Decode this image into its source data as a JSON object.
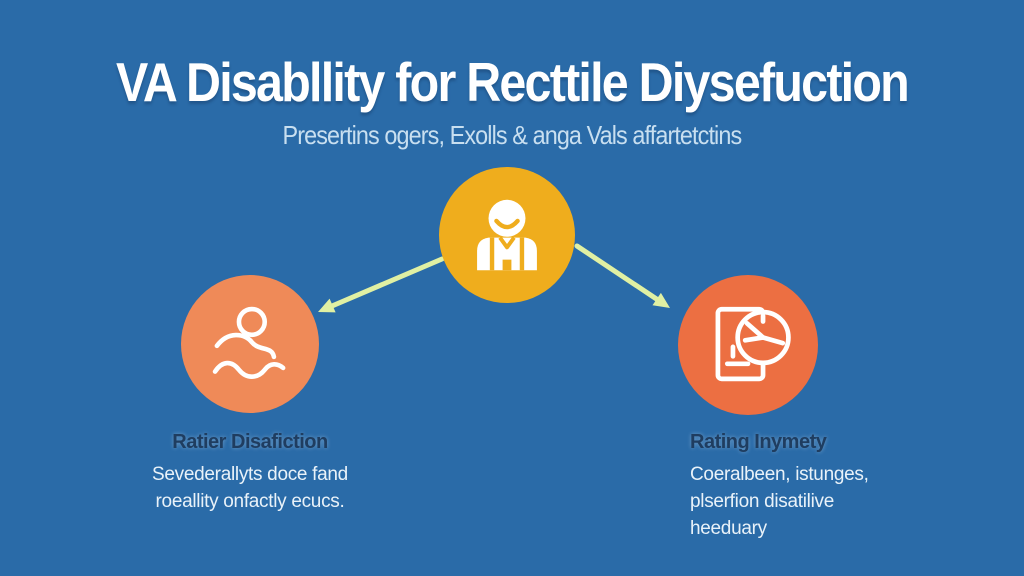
{
  "title": "VA Disabllity for Recttile Diysefuction",
  "subtitle": "Presertins ogers, Exolls & anga Vals affartetctins",
  "colors": {
    "background": "#2A6BA8",
    "title_text": "#FFFFFF",
    "subtitle_text": "#C8DFF0",
    "center_circle": "#EFAD1D",
    "left_circle": "#EF8A58",
    "right_circle": "#EC6F42",
    "arrow": "#E0F0A3",
    "heading": "#1F3D60",
    "body_text": "#E9F2F9",
    "icon": "#FFFFFF"
  },
  "diagram": {
    "center": {
      "icon": "veteran-person-icon"
    },
    "left": {
      "icon": "relaxing-person-icon",
      "heading": "Ratier Disafiction",
      "body": "Sevederallyts doce fand\nroeallity onfactly ecucs."
    },
    "right": {
      "icon": "document-clock-icon",
      "heading": "Rating Inymety",
      "body": "Coeralbeen, istunges,\nplserfion disatilive\nheeduary"
    }
  }
}
